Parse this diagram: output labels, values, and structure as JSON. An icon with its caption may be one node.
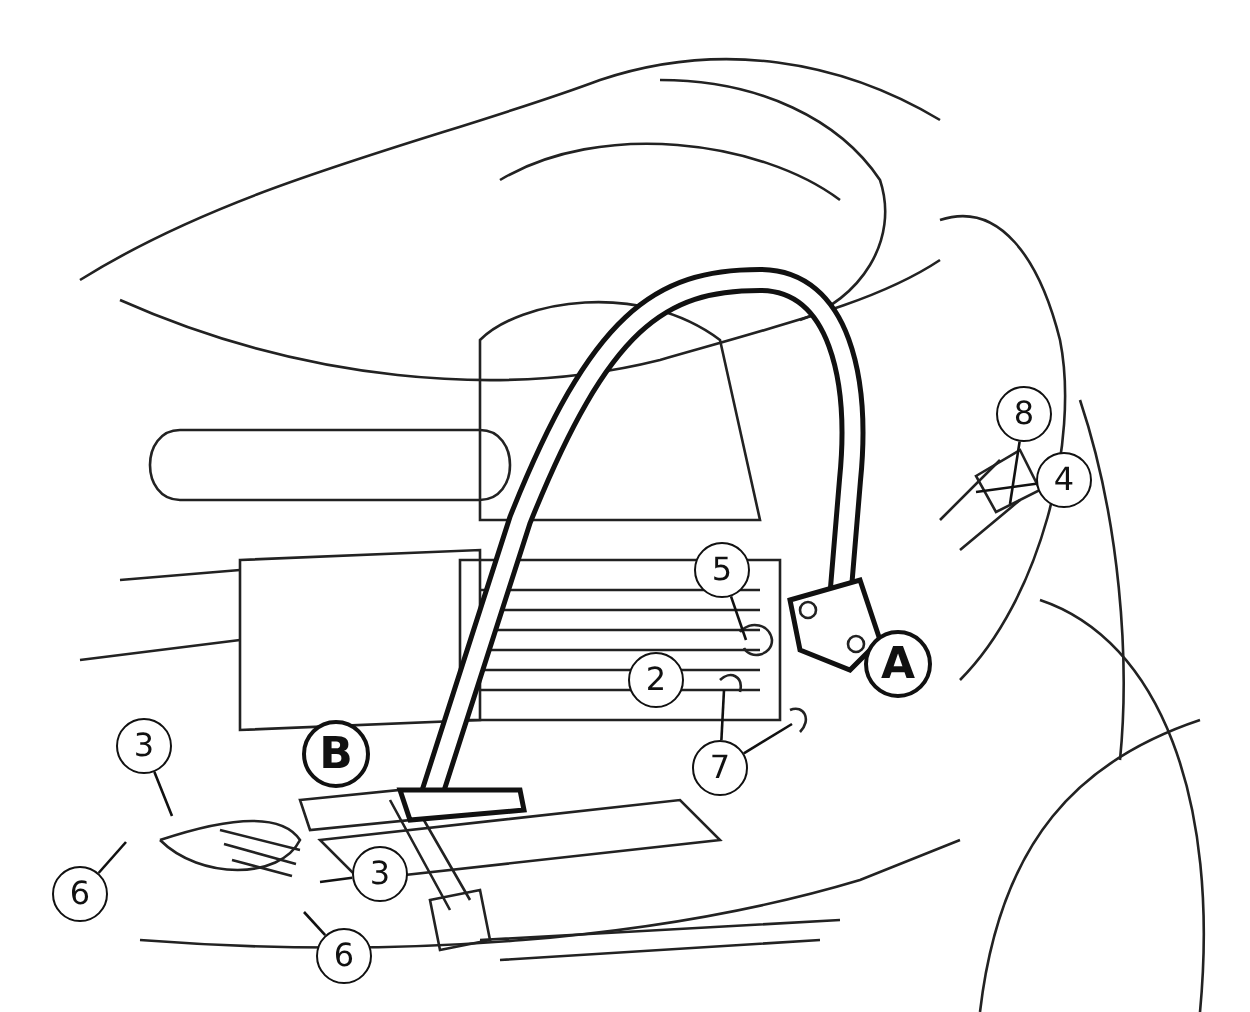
{
  "diagram": {
    "nodes": [
      {
        "text": [
          "8"
        ]
      },
      {
        "text": [
          "4"
        ]
      },
      {
        "text": [
          "5"
        ]
      },
      {
        "text": [
          "A"
        ]
      },
      {
        "text": [
          "2"
        ]
      },
      {
        "text": [
          "7"
        ]
      },
      {
        "text": [
          "B"
        ]
      },
      {
        "text": [
          "3"
        ]
      },
      {
        "text": [
          "3"
        ]
      },
      {
        "text": [
          "6"
        ]
      },
      {
        "text": [
          "6"
        ]
      }
    ],
    "edges": [
      {
        "from": 0,
        "to": null,
        "arrow": "none"
      },
      {
        "from": 1,
        "to": null,
        "arrow": "none"
      },
      {
        "from": 2,
        "to": null,
        "arrow": "none"
      },
      {
        "from": 5,
        "to": null,
        "arrow": "none"
      },
      {
        "from": 5,
        "to": null,
        "arrow": "none"
      },
      {
        "from": 7,
        "to": null,
        "arrow": "none"
      },
      {
        "from": 8,
        "to": null,
        "arrow": "none"
      },
      {
        "from": 9,
        "to": null,
        "arrow": "none"
      },
      {
        "from": 10,
        "to": null,
        "arrow": "none"
      }
    ]
  }
}
